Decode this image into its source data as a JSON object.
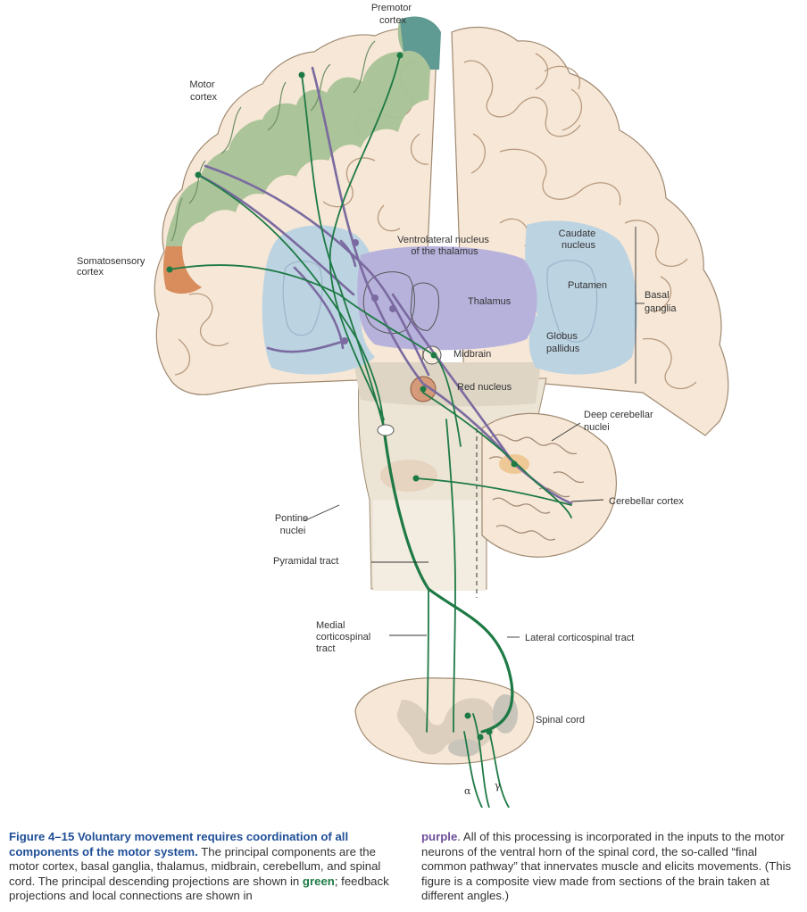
{
  "labels": {
    "premotor_cortex": [
      "Premotor",
      "cortex"
    ],
    "motor_cortex": [
      "Motor",
      "cortex"
    ],
    "somatosensory_cortex": [
      "Somatosensory",
      "cortex"
    ],
    "vl_thalamus": [
      "Ventrolateral nucleus",
      "of the thalamus"
    ],
    "caudate_nucleus": [
      "Caudate",
      "nucleus"
    ],
    "putamen": "Putamen",
    "basal_ganglia": [
      "Basal",
      "ganglia"
    ],
    "thalamus": "Thalamus",
    "globus_pallidus": [
      "Globus",
      "pallidus"
    ],
    "midbrain": "Midbrain",
    "red_nucleus": "Red nucleus",
    "deep_cerebellar_nuclei": [
      "Deep cerebellar",
      "nuclei"
    ],
    "cerebellar_cortex": "Cerebellar cortex",
    "pontine_nuclei": [
      "Pontine",
      "nuclei"
    ],
    "pyramidal_tract": "Pyramidal tract",
    "medial_corticospinal_tract": [
      "Medial",
      "corticospinal",
      "tract"
    ],
    "lateral_corticospinal_tract": "Lateral corticospinal tract",
    "spinal_cord": "Spinal cord",
    "alpha": "α",
    "gamma": "γ"
  },
  "caption": {
    "figure_number": "Figure 4–15",
    "title": "Voluntary movement requires coordination of all components of the motor system.",
    "text_1": "The principal components are the motor cortex, basal ganglia, thalamus, midbrain, cerebellum, and spinal cord. The principal descending projections are shown in",
    "green_word": "green",
    "text_2": "; feedback projections and local connections are shown in",
    "purple_word": "purple",
    "text_3": ". All of this processing is incorporated in the inputs to the motor neurons of the ventral horn of the spinal cord, the so-called “final common pathway” that innervates muscle and elicits movements. (This figure is a composite view made from sections of the brain taken at different angles.)"
  },
  "colors": {
    "descending_projection": "#1e7a45",
    "feedback_projection": "#7a6aa0",
    "tissue": "#f6e7d6",
    "basal_ganglia": "#bcd3e2",
    "thalamus": "#b7b2dc",
    "motor_cortex": "#a8c296",
    "premotor_cortex": "#5f9a93",
    "somatosensory_cortex": "#d98c5c",
    "figure_title": "#1f4e96"
  }
}
